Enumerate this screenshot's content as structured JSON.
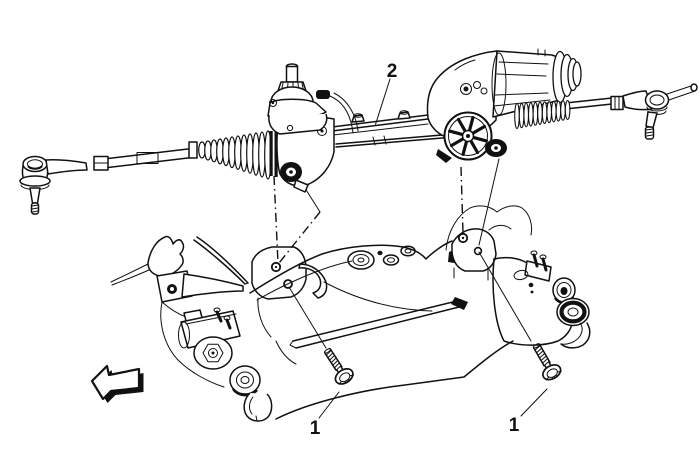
{
  "figure": {
    "background_color": "#ffffff",
    "line_color": "#111111",
    "type": "technical line illustration",
    "subject": "steering gear and mounting bolts on front subframe"
  },
  "callouts": {
    "steering_gear_label": "2",
    "left_mount_bolt_label": "1",
    "right_mount_bolt_label": "1"
  }
}
